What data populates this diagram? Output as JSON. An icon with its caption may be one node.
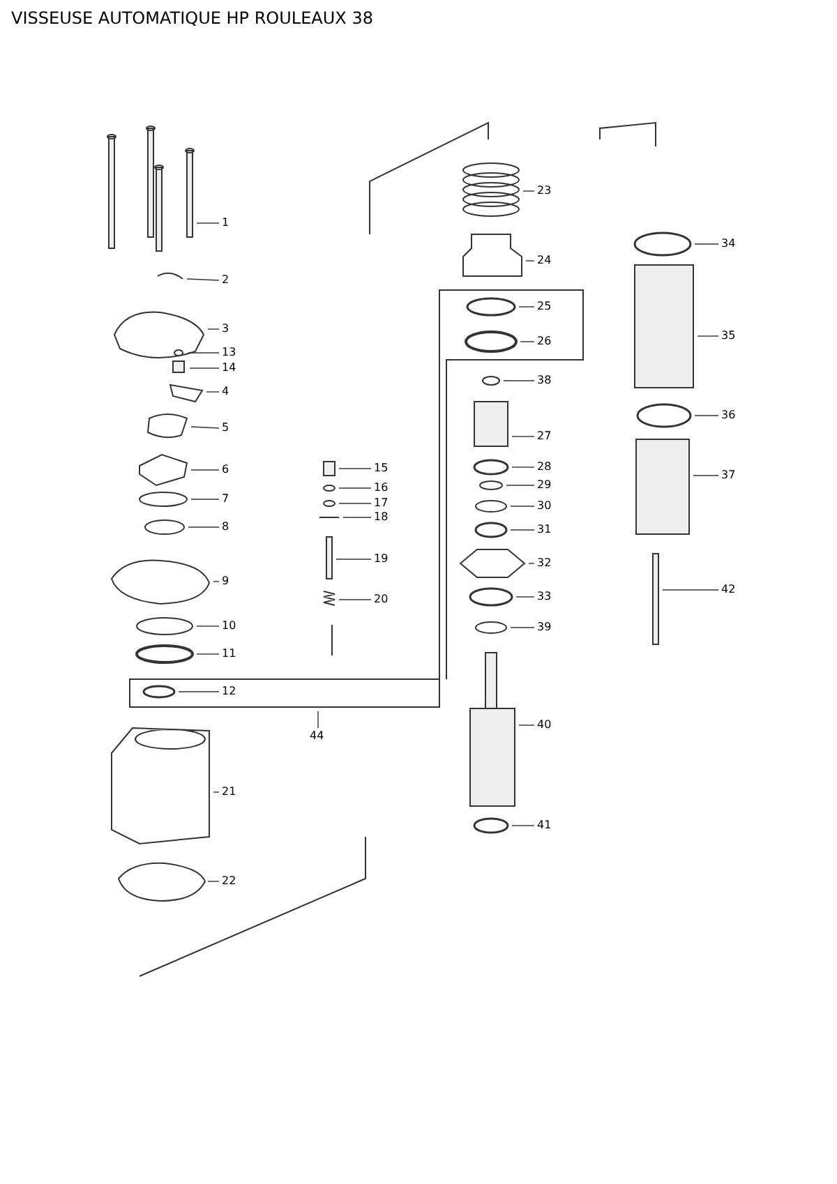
{
  "diagram": {
    "title": "VISSEUSE AUTOMATIQUE HP ROULEAUX 38",
    "nodes": [
      {
        "text": [
          "1"
        ]
      },
      {
        "text": [
          "2"
        ]
      },
      {
        "text": [
          "3"
        ]
      },
      {
        "text": [
          "13"
        ]
      },
      {
        "text": [
          "14"
        ]
      },
      {
        "text": [
          "4"
        ]
      },
      {
        "text": [
          "5"
        ]
      },
      {
        "text": [
          "6"
        ]
      },
      {
        "text": [
          "7"
        ]
      },
      {
        "text": [
          "8"
        ]
      },
      {
        "text": [
          "9"
        ]
      },
      {
        "text": [
          "10"
        ]
      },
      {
        "text": [
          "11"
        ]
      },
      {
        "text": [
          "12"
        ]
      },
      {
        "text": [
          "21"
        ]
      },
      {
        "text": [
          "22"
        ]
      },
      {
        "text": [
          "15"
        ]
      },
      {
        "text": [
          "16"
        ]
      },
      {
        "text": [
          "17"
        ]
      },
      {
        "text": [
          "18"
        ]
      },
      {
        "text": [
          "19"
        ]
      },
      {
        "text": [
          "20"
        ]
      },
      {
        "text": [
          "44"
        ]
      },
      {
        "text": [
          "23"
        ]
      },
      {
        "text": [
          "24"
        ]
      },
      {
        "text": [
          "25"
        ]
      },
      {
        "text": [
          "26"
        ]
      },
      {
        "text": [
          "38"
        ]
      },
      {
        "text": [
          "27"
        ]
      },
      {
        "text": [
          "28"
        ]
      },
      {
        "text": [
          "29"
        ]
      },
      {
        "text": [
          "30"
        ]
      },
      {
        "text": [
          "31"
        ]
      },
      {
        "text": [
          "32"
        ]
      },
      {
        "text": [
          "33"
        ]
      },
      {
        "text": [
          "39"
        ]
      },
      {
        "text": [
          "40"
        ]
      },
      {
        "text": [
          "41"
        ]
      },
      {
        "text": [
          "34"
        ]
      },
      {
        "text": [
          "35"
        ]
      },
      {
        "text": [
          "36"
        ]
      },
      {
        "text": [
          "37"
        ]
      },
      {
        "text": [
          "42"
        ]
      }
    ],
    "edges": [
      {
        "from": 0,
        "to": null,
        "arrow": "none"
      },
      {
        "from": 1,
        "to": null,
        "arrow": "none"
      },
      {
        "from": 2,
        "to": null,
        "arrow": "none"
      },
      {
        "from": 3,
        "to": null,
        "arrow": "none"
      },
      {
        "from": 4,
        "to": null,
        "arrow": "none"
      },
      {
        "from": 5,
        "to": null,
        "arrow": "none"
      },
      {
        "from": 6,
        "to": null,
        "arrow": "none"
      },
      {
        "from": 7,
        "to": null,
        "arrow": "none"
      },
      {
        "from": 8,
        "to": null,
        "arrow": "none"
      },
      {
        "from": 9,
        "to": null,
        "arrow": "none"
      },
      {
        "from": 10,
        "to": null,
        "arrow": "none"
      },
      {
        "from": 11,
        "to": null,
        "arrow": "none"
      },
      {
        "from": 12,
        "to": null,
        "arrow": "none"
      },
      {
        "from": 13,
        "to": null,
        "arrow": "none"
      },
      {
        "from": 14,
        "to": null,
        "arrow": "none"
      },
      {
        "from": 15,
        "to": null,
        "arrow": "none"
      },
      {
        "from": 16,
        "to": null,
        "arrow": "none"
      },
      {
        "from": 17,
        "to": null,
        "arrow": "none"
      },
      {
        "from": 18,
        "to": null,
        "arrow": "none"
      },
      {
        "from": 19,
        "to": null,
        "arrow": "none"
      },
      {
        "from": 20,
        "to": null,
        "arrow": "none"
      },
      {
        "from": 21,
        "to": null,
        "arrow": "none"
      },
      {
        "from": 22,
        "to": null,
        "arrow": "none"
      },
      {
        "from": 23,
        "to": null,
        "arrow": "none"
      },
      {
        "from": 24,
        "to": null,
        "arrow": "none"
      },
      {
        "from": 25,
        "to": null,
        "arrow": "none"
      },
      {
        "from": 26,
        "to": null,
        "arrow": "none"
      },
      {
        "from": 27,
        "to": null,
        "arrow": "none"
      },
      {
        "from": 28,
        "to": null,
        "arrow": "none"
      },
      {
        "from": 29,
        "to": null,
        "arrow": "none"
      },
      {
        "from": 30,
        "to": null,
        "arrow": "none"
      },
      {
        "from": 31,
        "to": null,
        "arrow": "none"
      },
      {
        "from": 32,
        "to": null,
        "arrow": "none"
      },
      {
        "from": 33,
        "to": null,
        "arrow": "none"
      },
      {
        "from": 34,
        "to": null,
        "arrow": "none"
      },
      {
        "from": 35,
        "to": null,
        "arrow": "none"
      },
      {
        "from": 36,
        "to": null,
        "arrow": "none"
      },
      {
        "from": 37,
        "to": null,
        "arrow": "none"
      },
      {
        "from": 38,
        "to": null,
        "arrow": "none"
      },
      {
        "from": 39,
        "to": null,
        "arrow": "none"
      },
      {
        "from": 40,
        "to": null,
        "arrow": "none"
      },
      {
        "from": 41,
        "to": null,
        "arrow": "none"
      },
      {
        "from": 42,
        "to": null,
        "arrow": "none"
      }
    ]
  }
}
